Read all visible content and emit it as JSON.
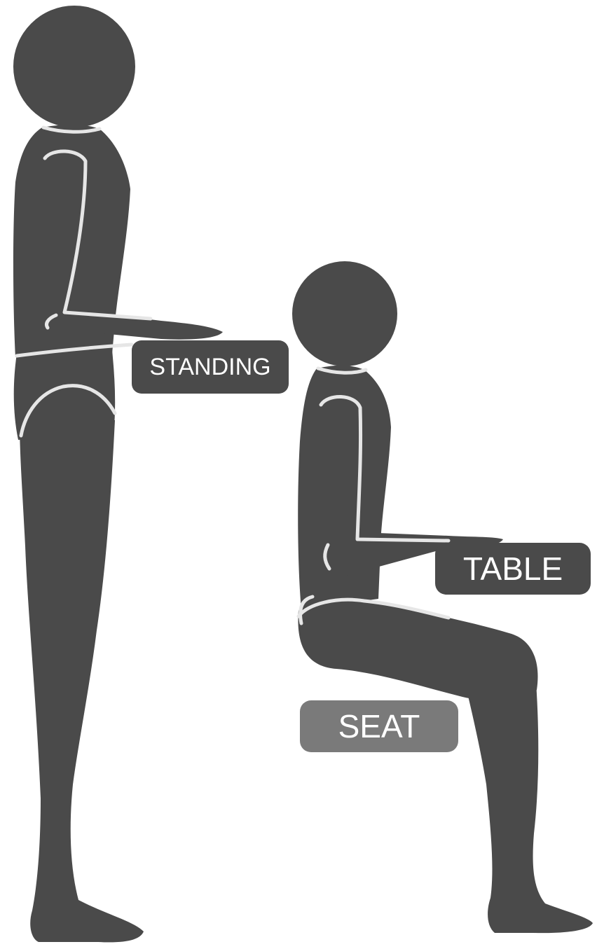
{
  "labels": {
    "standing": "STANDING",
    "table": "TABLE",
    "seat": "SEAT"
  },
  "colors": {
    "figure": "#4a4a4a",
    "seat_label": "#7a7a7a",
    "seam": "#e6e6e6",
    "text": "#ffffff",
    "background": "#ffffff"
  }
}
